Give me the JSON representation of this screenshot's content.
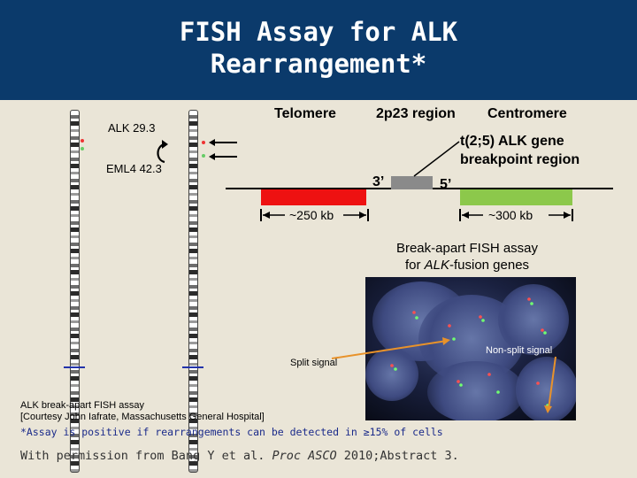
{
  "header": {
    "title_line1": "FISH Assay for ALK",
    "title_line2": "Rearrangement*"
  },
  "ideogram": {
    "alk_band": "ALK 29.3",
    "eml4_band": "EML4 42.3"
  },
  "gene_map": {
    "telomere": "Telomere",
    "region": "2p23 region",
    "centromere": "Centromere",
    "breakpoint_line1": "t(2;5) ALK gene",
    "breakpoint_line2": "breakpoint region",
    "three_prime": "3’",
    "five_prime": "5’",
    "left_size": "~250 kb",
    "right_size": "~300 kb",
    "probe_left_color": "#ee1111",
    "probe_right_color": "#8cc84b",
    "breakpoint_color": "#8a8a8a"
  },
  "fish": {
    "caption_line1": "Break-apart FISH assay",
    "caption_line2_prefix": "for ",
    "caption_line2_italic": "ALK",
    "caption_line2_suffix": "-fusion genes",
    "split_signal": "Split signal",
    "non_split_signal": "Non-split signal",
    "arrow_color": "#e8922a"
  },
  "footer": {
    "credit_line1": "ALK break-apart FISH assay",
    "credit_line2": "[Courtesy John Iafrate, Massachusetts General Hospital]",
    "criterion": "*Assay is positive if rearrangements can be detected in ≥15%  of cells",
    "permission_prefix": "With permission from Bang Y et al. ",
    "permission_italic": "Proc ASCO",
    "permission_suffix": " 2010;Abstract 3."
  }
}
